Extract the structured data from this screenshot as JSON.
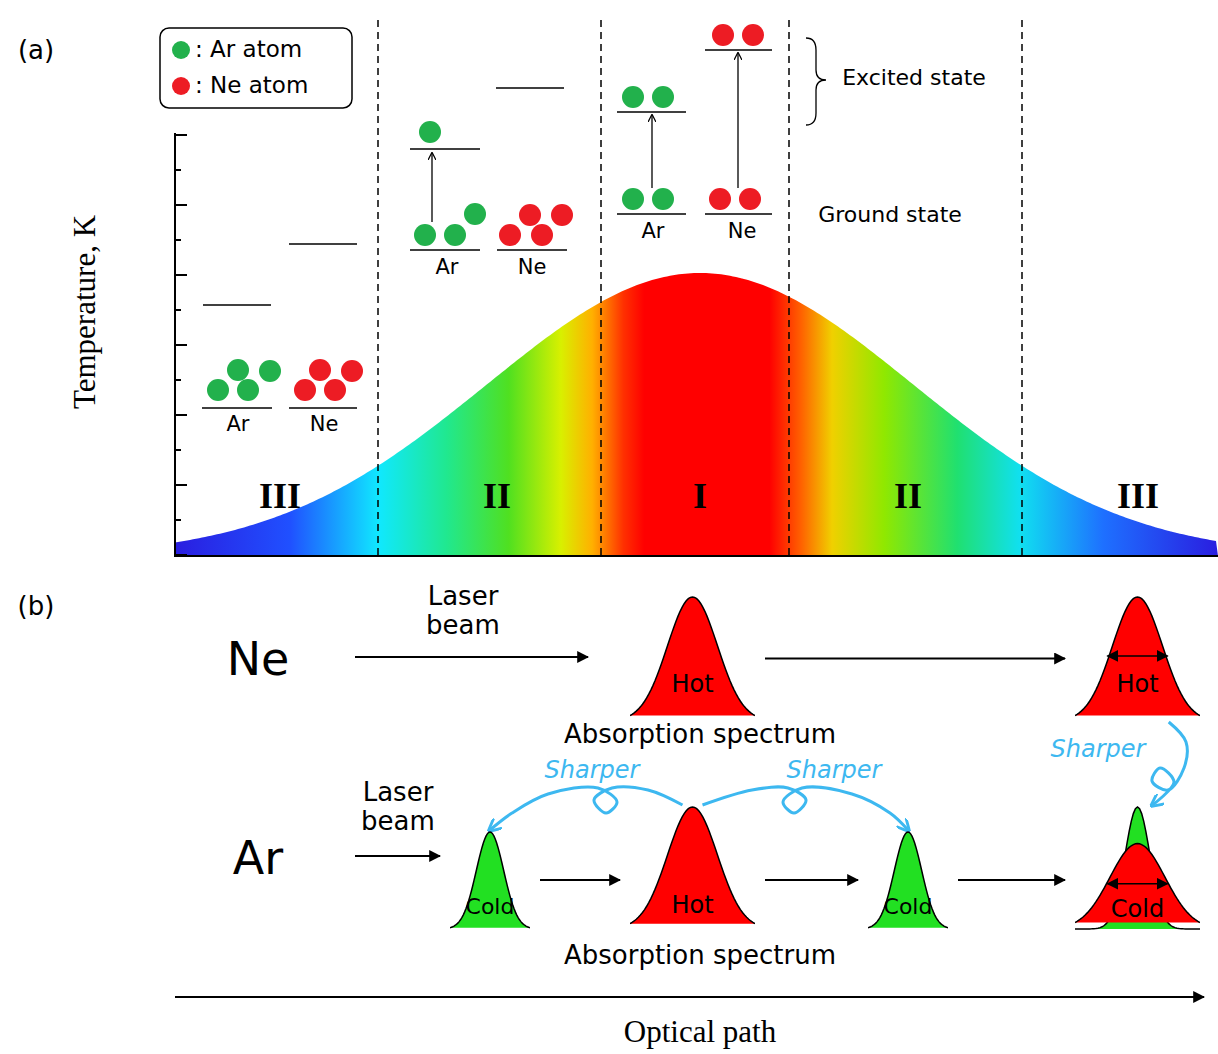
{
  "diagram": {
    "nodes": [
      {
        "text": [
          "Hot"
        ]
      },
      {
        "text": [
          "Hot"
        ]
      },
      {
        "text": [
          "Cold"
        ]
      },
      {
        "text": [
          "Hot"
        ]
      },
      {
        "text": [
          "Cold"
        ]
      },
      {
        "text": [
          "Cold"
        ]
      }
    ],
    "edges": [
      {
        "from": 0,
        "to": 1,
        "arrow": "to"
      },
      {
        "from": 2,
        "to": 3,
        "arrow": "to"
      },
      {
        "from": 3,
        "to": 4,
        "arrow": "to"
      },
      {
        "from": 4,
        "to": 5,
        "arrow": "to"
      },
      {
        "from": 3,
        "to": 2,
        "label": "Sharper",
        "arrow": "to"
      },
      {
        "from": 3,
        "to": 4,
        "label": "Sharper",
        "arrow": "to"
      },
      {
        "from": 1,
        "to": 5,
        "label": "Sharper",
        "arrow": "to"
      }
    ],
    "labels": [
      "(a)",
      "Temperature, K",
      "III",
      "II",
      "I",
      "II",
      "III",
      "Ar",
      "Ne",
      "Ar",
      "Ne",
      "Ar",
      "Ne",
      "Excited state",
      "Ground state",
      "(b)",
      "Ne",
      "Laser beam",
      "Absorption spectrum",
      "Ar",
      "Laser beam",
      "Absorption spectrum",
      "Optical path"
    ],
    "legend": [
      {
        "text": ": Ar atom",
        "color": "#22b14c"
      },
      {
        "text": ": Ne atom",
        "color": "#ed1c24"
      }
    ]
  }
}
